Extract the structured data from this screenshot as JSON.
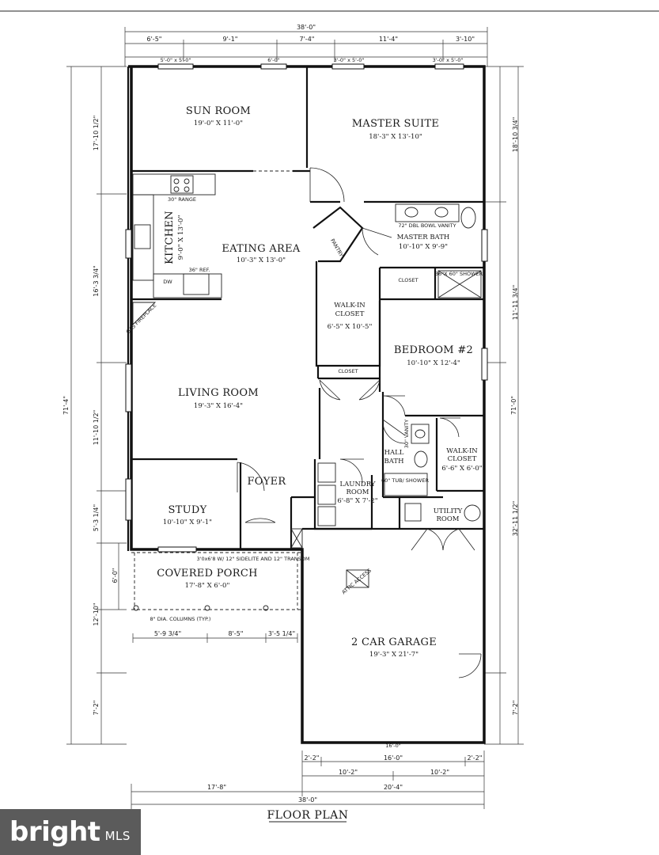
{
  "title": "FLOOR PLAN",
  "rooms": {
    "sun_room": {
      "name": "SUN ROOM",
      "size": "19'-0\" X 11'-0\""
    },
    "master_suite": {
      "name": "MASTER SUITE",
      "size": "18'-3\" X 13'-10\""
    },
    "kitchen": {
      "name": "KITCHEN",
      "size": "9'-0\" X 13'-0\""
    },
    "eating_area": {
      "name": "EATING AREA",
      "size": "10'-3\" X 13'-0\""
    },
    "master_bath": {
      "name": "MASTER BATH",
      "size": "10'-10\" X 9'-9\""
    },
    "walkin_closet_1": {
      "name1": "WALK-IN",
      "name2": "CLOSET",
      "size": "6'-5\" X 10'-5\""
    },
    "bedroom2": {
      "name": "BEDROOM #2",
      "size": "10'-10\" X 12'-4\""
    },
    "living_room": {
      "name": "LIVING ROOM",
      "size": "19'-3\" X 16'-4\""
    },
    "hall_bath": {
      "name1": "HALL",
      "name2": "BATH"
    },
    "walkin_closet_2": {
      "name1": "WALK-IN",
      "name2": "CLOSET",
      "size": "6'-6\" X 6'-0\""
    },
    "foyer": {
      "name": "FOYER"
    },
    "laundry": {
      "name1": "LAUNDRY",
      "name2": "ROOM",
      "size": "6'-8\" X 7'-2\""
    },
    "utility": {
      "name1": "UTILITY",
      "name2": "ROOM"
    },
    "study": {
      "name": "STUDY",
      "size": "10'-10\" X 9'-1\""
    },
    "covered_porch": {
      "name": "COVERED PORCH",
      "size": "17'-8\" X 6'-0\""
    },
    "garage": {
      "name": "2 CAR GARAGE",
      "size": "19'-3\" X 21'-7\""
    }
  },
  "fixtures": {
    "vanity": "72\" DBL BOWL VANITY",
    "shower": "36\"X 60\" SHOWER",
    "closet": "CLOSET",
    "tub": "60\" TUB/ SHOWER",
    "gas_fireplace": "GAS FIREPLACE",
    "pantry": "PANTRY",
    "range": "30\" RANGE",
    "ref": "36\" REF.",
    "dw": "DW",
    "attic": "ATTIC ACCESS",
    "entry_door": "3'0x6'8 W/ 12\" SIDELITE AND 12\" TRANSOM",
    "columns": "8\" DIA. COLUMNS (TYP.)",
    "vanity_hall": "30\" VANITY"
  },
  "dimensions": {
    "top_total": "38'-0\"",
    "top_segments": [
      "6'-5\"",
      "9'-1\"",
      "7'-4\"",
      "11'-4\"",
      "3'-10\""
    ],
    "top_windows": [
      "5'-0\" x 5'-0\"",
      "6'-0\"",
      "3'-0\" x 5'-0\"",
      "3'-0\" x 5'-0\""
    ],
    "left_outer": "71'-4\"",
    "left_segments": [
      "17'-10 1/2\"",
      "16'-3 3/4\"",
      "11'-10 1/2\"",
      "5'-3 1/4\"",
      "6'-0\"",
      "12'-10\"",
      "7'-2\""
    ],
    "right_outer": "71'-0\"",
    "right_segments": [
      "18'-10 3/4\"",
      "11'-11 3/4\"",
      "32'-11 1/2\"",
      "7'-2\""
    ],
    "porch_segments": [
      "5'-9 3/4\"",
      "8'-5\"",
      "3'-5 1/4\""
    ],
    "bottom_rows": [
      [
        "2'-2\"",
        "16'-0\"",
        "2'-2\""
      ],
      [
        "10'-2\"",
        "10'-2\""
      ],
      [
        "17'-8\"",
        "20'-4\""
      ],
      [
        "38'-0\""
      ]
    ],
    "garage_door": "16'-0\""
  },
  "branding": {
    "word": "bright",
    "suffix": "MLS"
  }
}
